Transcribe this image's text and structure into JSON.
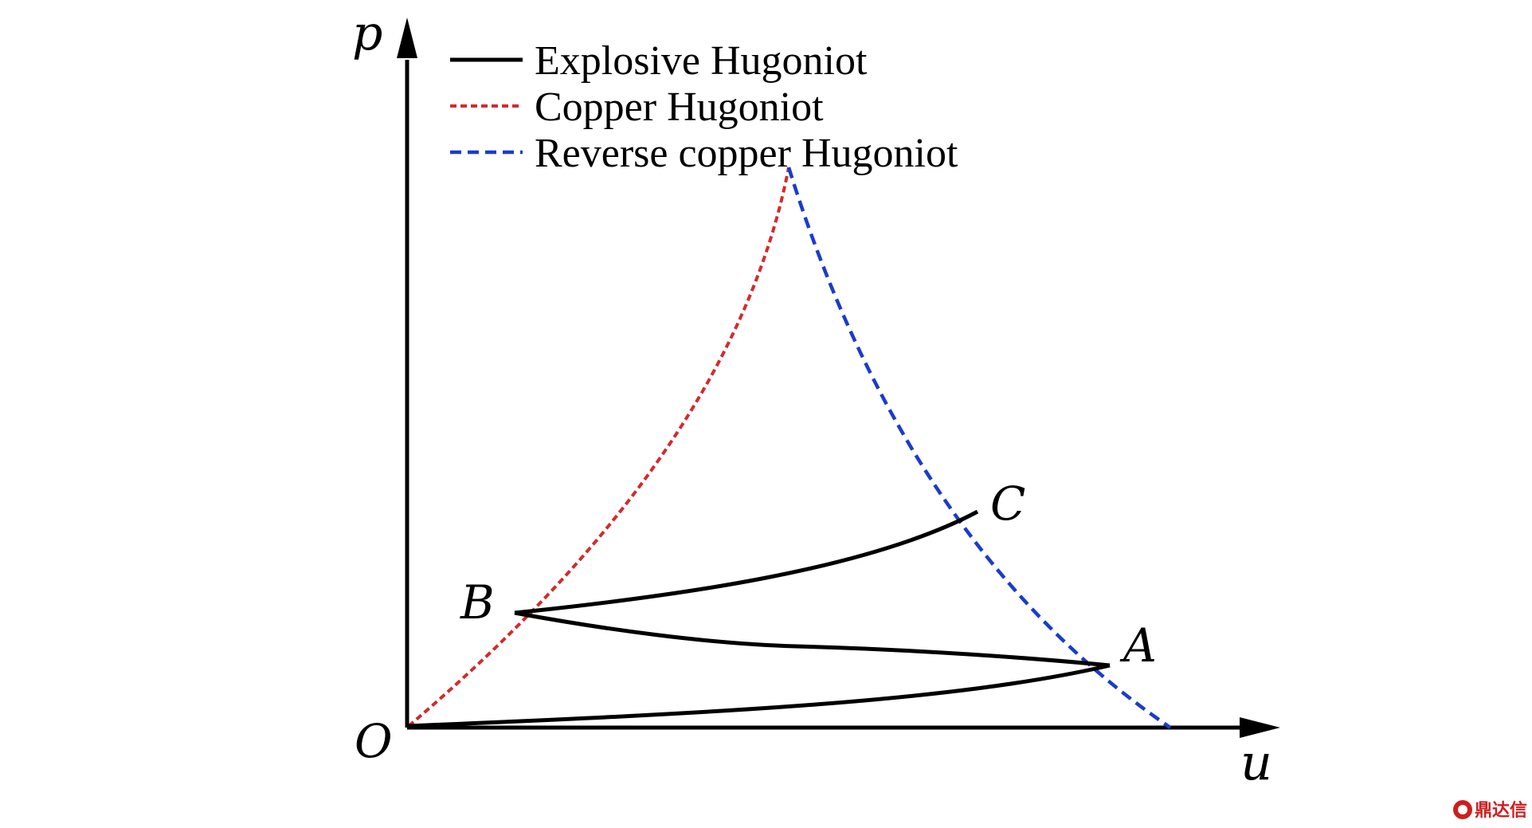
{
  "axes": {
    "x_label": "u",
    "y_label": "p",
    "origin_label": "O"
  },
  "legend": [
    {
      "label": "Explosive Hugoniot",
      "color": "#000000",
      "style": "solid"
    },
    {
      "label": "Copper Hugoniot",
      "color": "#d42a2a",
      "style": "dotted"
    },
    {
      "label": "Reverse copper Hugoniot",
      "color": "#1a3ccc",
      "style": "dashed"
    }
  ],
  "points": {
    "a": "A",
    "b": "B",
    "c": "C"
  },
  "watermark": {
    "text": "鼎达信"
  },
  "colors": {
    "copper": "#d42a2a",
    "reverse": "#1a3ccc",
    "explosive": "#000000",
    "watermark": "#cc1f1f"
  }
}
